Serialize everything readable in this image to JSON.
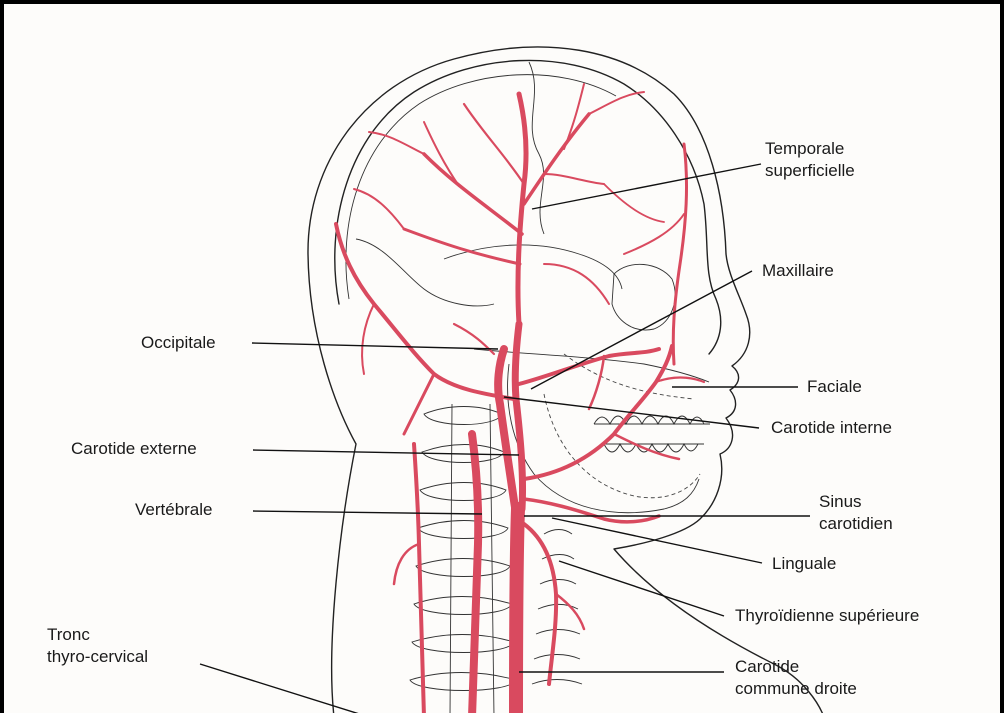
{
  "colors": {
    "artery": "#d94a5f",
    "artery_dark": "#b8324a",
    "outline": "#222222",
    "background": "#fdfcfa",
    "frame": "#000000"
  },
  "labels": {
    "temporale_superficielle": [
      "Temporale",
      "superficielle"
    ],
    "maxillaire": "Maxillaire",
    "occipitale": "Occipitale",
    "faciale": "Faciale",
    "carotide_interne": "Carotide interne",
    "carotide_externe": "Carotide externe",
    "vertebrale": "Vertébrale",
    "sinus_carotidien": [
      "Sinus",
      "carotidien"
    ],
    "linguale": "Linguale",
    "thyroidienne_superieure": "Thyroïdienne supérieure",
    "tronc_thyro_cervical": [
      "Tronc",
      "thyro-cervical"
    ],
    "carotide_commune_droite": [
      "Carotide",
      "commune droite"
    ]
  }
}
